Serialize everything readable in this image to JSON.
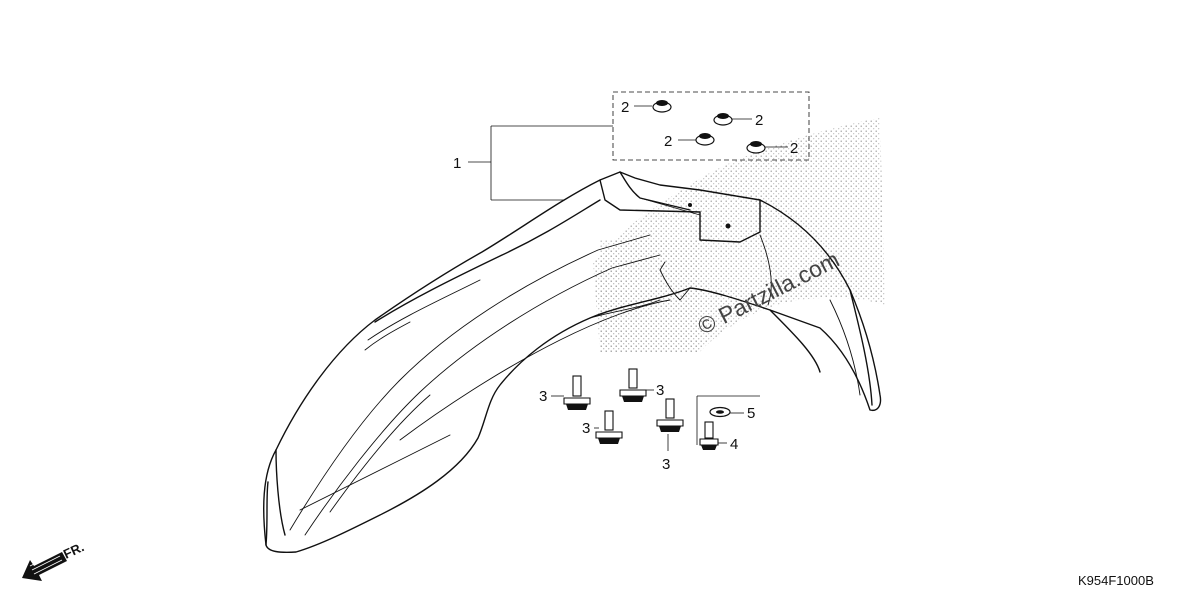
{
  "diagram": {
    "drawing_code": "K954F1000B",
    "watermark": "© Partzilla.com",
    "direction_label": "FR.",
    "callouts": {
      "c1": "1",
      "c2a": "2",
      "c2b": "2",
      "c2c": "2",
      "c2d": "2",
      "c3a": "3",
      "c3b": "3",
      "c3c": "3",
      "c3d": "3",
      "c4": "4",
      "c5": "5"
    }
  }
}
